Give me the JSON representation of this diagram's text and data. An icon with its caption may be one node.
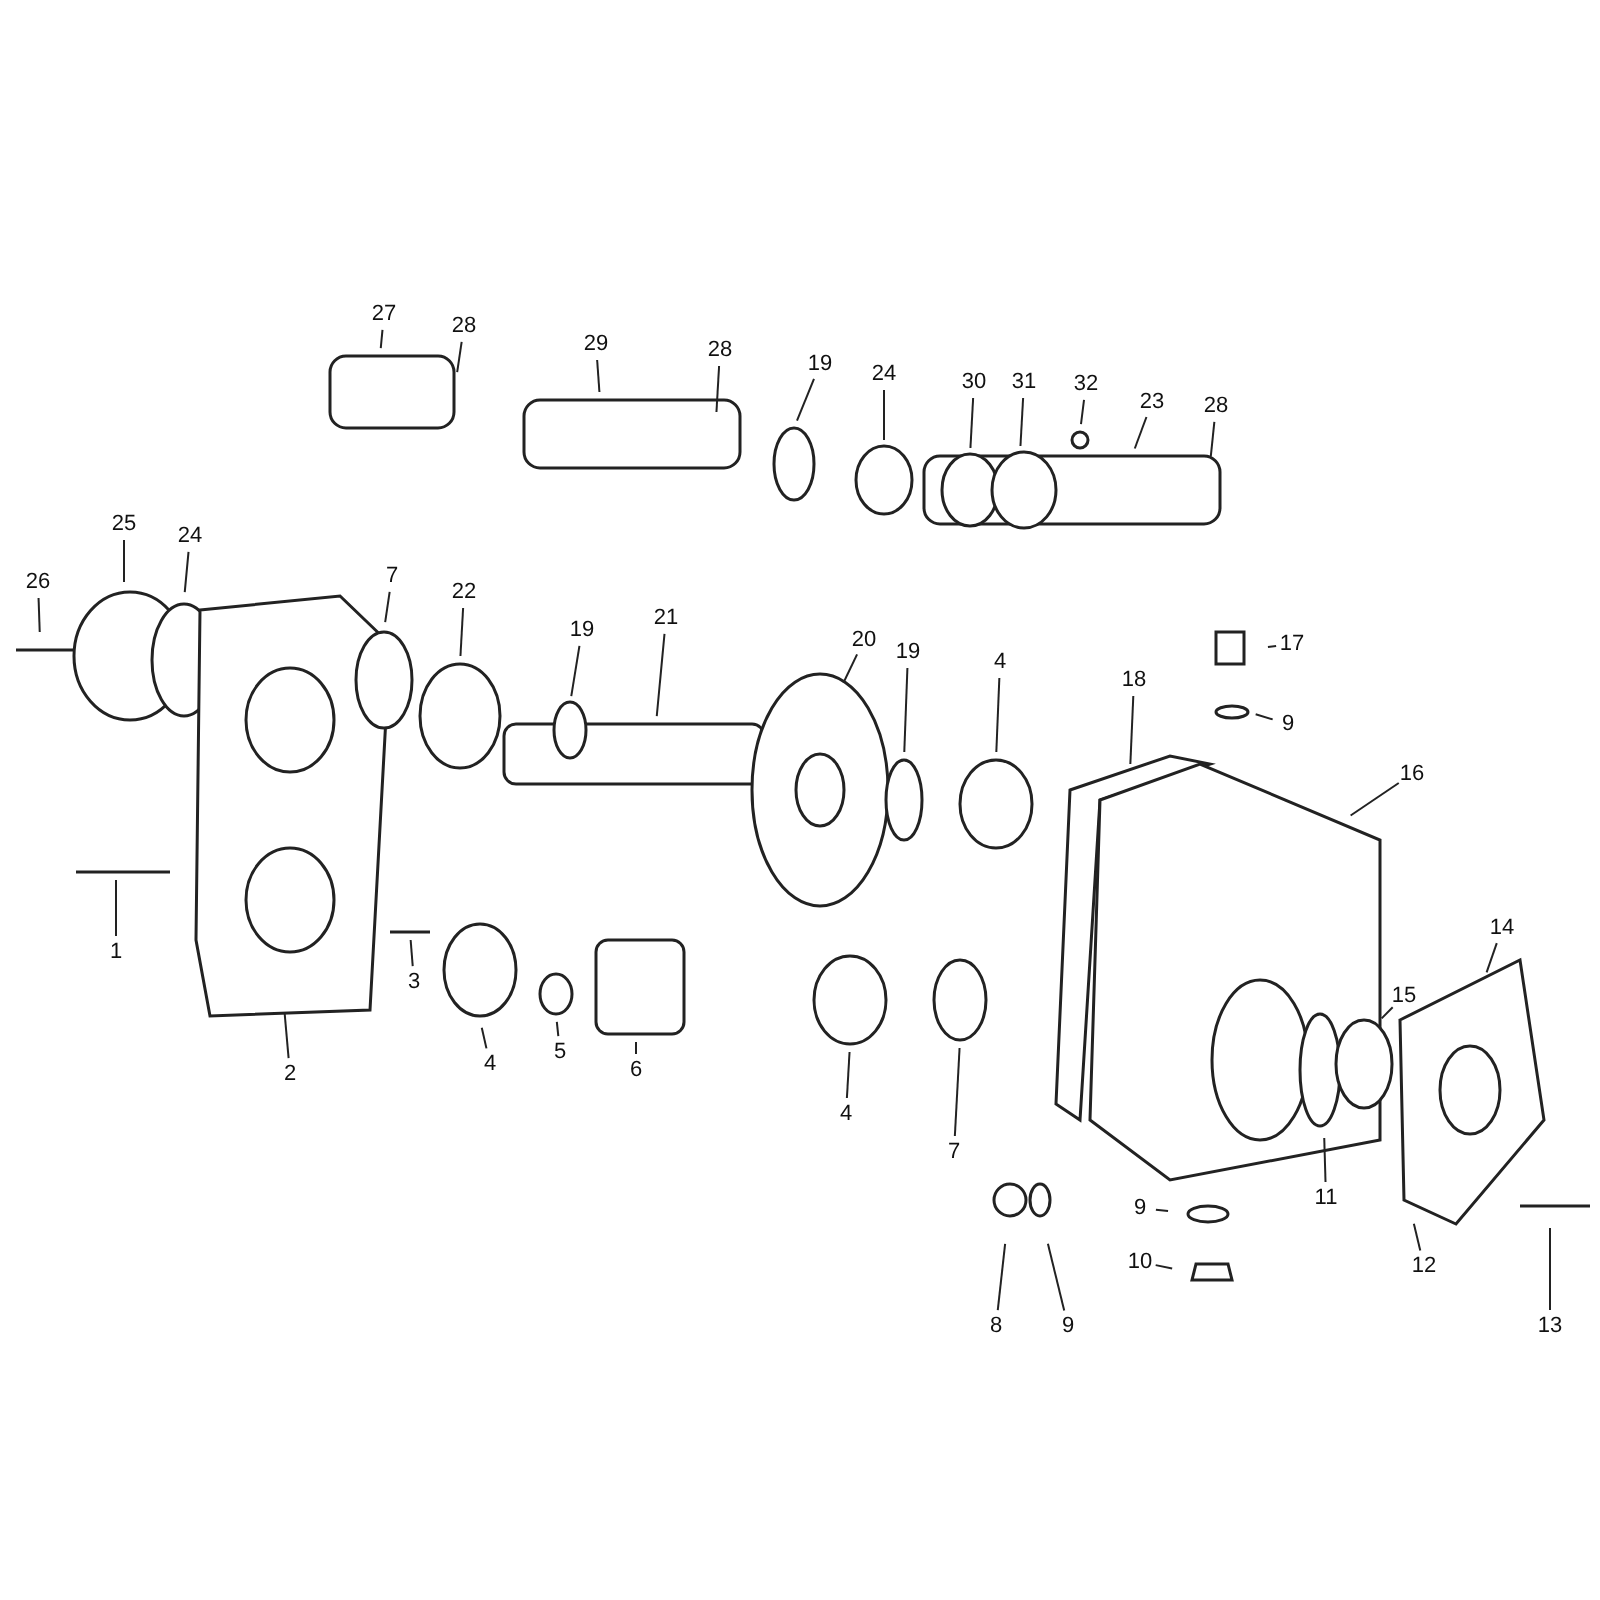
{
  "diagram": {
    "nodes": [
      {
        "text": [
          "27"
        ]
      },
      {
        "text": [
          "28"
        ]
      },
      {
        "text": [
          "29"
        ]
      },
      {
        "text": [
          "28"
        ]
      },
      {
        "text": [
          "19"
        ]
      },
      {
        "text": [
          "24"
        ]
      },
      {
        "text": [
          "30"
        ]
      },
      {
        "text": [
          "31"
        ]
      },
      {
        "text": [
          "32"
        ]
      },
      {
        "text": [
          "23"
        ]
      },
      {
        "text": [
          "28"
        ]
      },
      {
        "text": [
          "25"
        ]
      },
      {
        "text": [
          "24"
        ]
      },
      {
        "text": [
          "26"
        ]
      },
      {
        "text": [
          "7"
        ]
      },
      {
        "text": [
          "22"
        ]
      },
      {
        "text": [
          "19"
        ]
      },
      {
        "text": [
          "21"
        ]
      },
      {
        "text": [
          "20"
        ]
      },
      {
        "text": [
          "19"
        ]
      },
      {
        "text": [
          "4"
        ]
      },
      {
        "text": [
          "18"
        ]
      },
      {
        "text": [
          "17"
        ]
      },
      {
        "text": [
          "9"
        ]
      },
      {
        "text": [
          "16"
        ]
      },
      {
        "text": [
          "14"
        ]
      },
      {
        "text": [
          "1"
        ]
      },
      {
        "text": [
          "3"
        ]
      },
      {
        "text": [
          "15"
        ]
      },
      {
        "text": [
          "4"
        ]
      },
      {
        "text": [
          "5"
        ]
      },
      {
        "text": [
          "6"
        ]
      },
      {
        "text": [
          "4"
        ]
      },
      {
        "text": [
          "7"
        ]
      },
      {
        "text": [
          "2"
        ]
      },
      {
        "text": [
          "11"
        ]
      },
      {
        "text": [
          "9"
        ]
      },
      {
        "text": [
          "12"
        ]
      },
      {
        "text": [
          "13"
        ]
      },
      {
        "text": [
          "8"
        ]
      },
      {
        "text": [
          "9"
        ]
      },
      {
        "text": [
          "10"
        ]
      }
    ],
    "edges": [
      {
        "from": 0,
        "to": null,
        "arrow": "none"
      },
      {
        "from": 1,
        "to": null,
        "arrow": "none"
      },
      {
        "from": 2,
        "to": null,
        "arrow": "none"
      },
      {
        "from": 3,
        "to": null,
        "arrow": "none"
      },
      {
        "from": 4,
        "to": null,
        "arrow": "none"
      },
      {
        "from": 5,
        "to": null,
        "arrow": "none"
      },
      {
        "from": 6,
        "to": null,
        "arrow": "none"
      },
      {
        "from": 7,
        "to": null,
        "arrow": "none"
      },
      {
        "from": 8,
        "to": null,
        "arrow": "none"
      },
      {
        "from": 9,
        "to": null,
        "arrow": "none"
      },
      {
        "from": 10,
        "to": null,
        "arrow": "none"
      },
      {
        "from": 11,
        "to": null,
        "arrow": "none"
      },
      {
        "from": 12,
        "to": null,
        "arrow": "none"
      },
      {
        "from": 13,
        "to": null,
        "arrow": "none"
      },
      {
        "from": 14,
        "to": null,
        "arrow": "none"
      },
      {
        "from": 15,
        "to": null,
        "arrow": "none"
      },
      {
        "from": 16,
        "to": null,
        "arrow": "none"
      },
      {
        "from": 17,
        "to": null,
        "arrow": "none"
      },
      {
        "from": 18,
        "to": null,
        "arrow": "none"
      },
      {
        "from": 19,
        "to": null,
        "arrow": "none"
      },
      {
        "from": 20,
        "to": null,
        "arrow": "none"
      },
      {
        "from": 21,
        "to": null,
        "arrow": "none"
      },
      {
        "from": 22,
        "to": null,
        "arrow": "none"
      },
      {
        "from": 23,
        "to": null,
        "arrow": "none"
      },
      {
        "from": 24,
        "to": null,
        "arrow": "none"
      },
      {
        "from": 25,
        "to": null,
        "arrow": "none"
      },
      {
        "from": 26,
        "to": null,
        "arrow": "none"
      },
      {
        "from": 27,
        "to": null,
        "arrow": "none"
      },
      {
        "from": 28,
        "to": null,
        "arrow": "none"
      },
      {
        "from": 29,
        "to": null,
        "arrow": "none"
      },
      {
        "from": 30,
        "to": null,
        "arrow": "none"
      },
      {
        "from": 31,
        "to": null,
        "arrow": "none"
      },
      {
        "from": 32,
        "to": null,
        "arrow": "none"
      },
      {
        "from": 33,
        "to": null,
        "arrow": "none"
      },
      {
        "from": 34,
        "to": null,
        "arrow": "none"
      },
      {
        "from": 35,
        "to": null,
        "arrow": "none"
      },
      {
        "from": 36,
        "to": null,
        "arrow": "none"
      },
      {
        "from": 37,
        "to": null,
        "arrow": "none"
      },
      {
        "from": 38,
        "to": null,
        "arrow": "none"
      },
      {
        "from": 39,
        "to": null,
        "arrow": "none"
      },
      {
        "from": 40,
        "to": null,
        "arrow": "none"
      },
      {
        "from": 41,
        "to": null,
        "arrow": "none"
      }
    ]
  }
}
